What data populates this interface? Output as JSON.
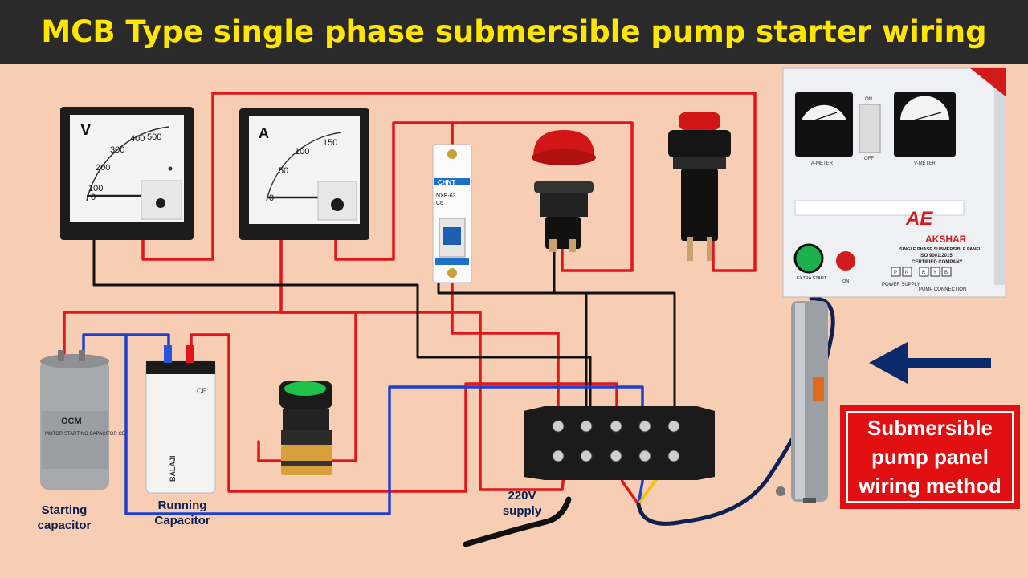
{
  "title": "MCB Type single phase submersible pump starter wiring",
  "voltmeter": {
    "unit": "V",
    "scale": [
      "0",
      "100",
      "200",
      "300",
      "400",
      "500"
    ]
  },
  "ammeter": {
    "unit": "A",
    "scale": [
      "0",
      "50",
      "100",
      "150"
    ]
  },
  "mcb": {
    "brand": "CHNT",
    "model": "NXB-63",
    "rating": "C6"
  },
  "capacitors": {
    "starting": {
      "brand": "OCM",
      "label": "Starting\ncapacitor",
      "print": "MOTOR STARTING CAPACITOR CE"
    },
    "running": {
      "brand": "BALAJI",
      "label": "Running\nCapacitor",
      "print": "CE"
    }
  },
  "supply": {
    "label": "220V\nsupply"
  },
  "panel": {
    "brand": "AKSHAR",
    "product": "SINGLE PHASE SUBMERSIBLE PANEL",
    "iso": "ISO 9001:2015",
    "certified": "CERTIFIED COMPANY",
    "a_meter": "A-METER",
    "v_meter": "V-METER",
    "on_off": [
      "ON",
      "OFF"
    ],
    "extra_start": "EXTRA START",
    "on": "ON",
    "power_supply": "POWER SUPPLY",
    "pump_connection": "PUMP CONNECTION",
    "terminals": [
      "P",
      "N",
      "R",
      "Y",
      "B"
    ]
  },
  "callout": {
    "text": "Submersible pump panel wiring method"
  },
  "colors": {
    "title_bg": "#2a2a2a",
    "title_text": "#ffe600",
    "background": "#f7cdb3",
    "wire_red": "#e0161b",
    "wire_black": "#111111",
    "wire_blue": "#1f3fd0",
    "wire_yellow": "#f2c200",
    "callout_bg": "#e10f12",
    "arrow": "#0b2a6b"
  }
}
